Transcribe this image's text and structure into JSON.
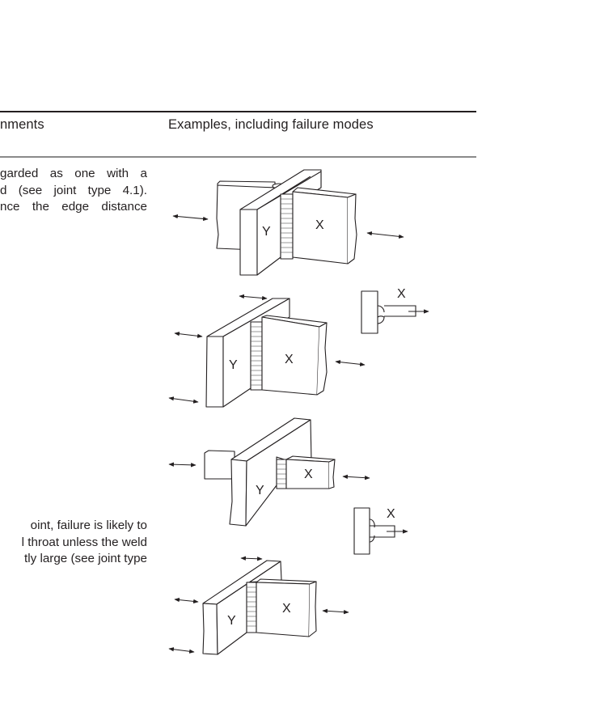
{
  "table": {
    "headers": {
      "comments": "nments",
      "examples": "Examples, including failure modes"
    },
    "rows": [
      {
        "comment_lines": [
          "garded as one with a",
          "d (see joint type 4.1).",
          "nce the edge distance"
        ]
      },
      {
        "comment_lines": [
          "oint, failure is likely to",
          "l throat unless the weld",
          "tly large (see joint type"
        ]
      }
    ]
  },
  "diagrams": [
    {
      "name": "cruciform-joint",
      "labels": {
        "plate_y": "Y",
        "plate_x": "X"
      }
    },
    {
      "name": "tee-joint-double-fillet",
      "labels": {
        "plate_y": "Y",
        "plate_x": "X",
        "section_x": "X"
      }
    },
    {
      "name": "cruciform-joint-small-attachment",
      "labels": {
        "plate_y": "Y",
        "plate_x": "X",
        "section_x": "X"
      }
    },
    {
      "name": "tee-joint-single-plate",
      "labels": {
        "plate_y": "Y",
        "plate_x": "X"
      }
    }
  ]
}
